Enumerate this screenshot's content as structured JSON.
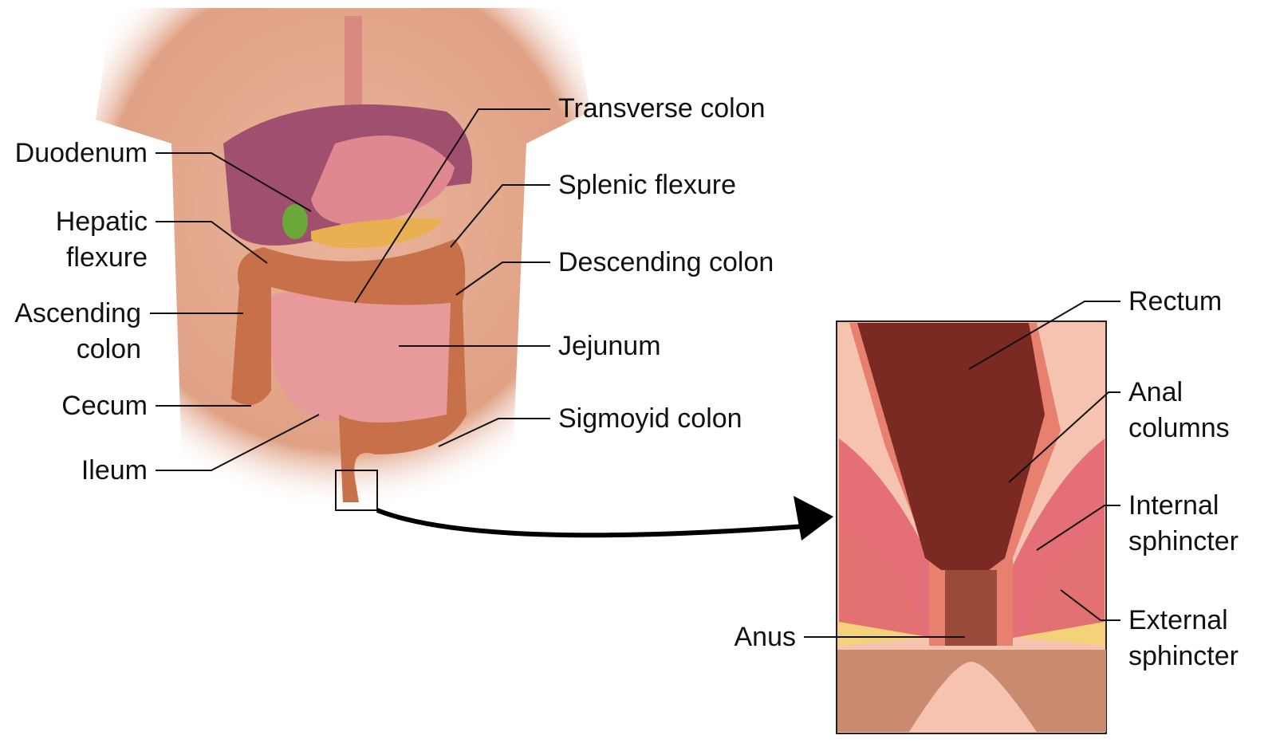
{
  "labels_left": {
    "duodenum": "Duodenum",
    "hepatic_flexure": [
      "Hepatic",
      "flexure"
    ],
    "ascending_colon": [
      "Ascending",
      "colon"
    ],
    "cecum": "Cecum",
    "ileum": "Ileum"
  },
  "labels_right": {
    "transverse_colon": "Transverse colon",
    "splenic_flexure": "Splenic flexure",
    "descending_colon": "Descending colon",
    "jejunum": "Jejunum",
    "sigmoid_colon": "Sigmoyid colon"
  },
  "inset_labels": {
    "rectum": "Rectum",
    "anal_columns": [
      "Anal",
      "columns"
    ],
    "internal_sphincter": [
      "Internal",
      "sphincter"
    ],
    "external_sphincter": [
      "External",
      "sphincter"
    ],
    "anus": "Anus"
  },
  "colors": {
    "skin": "#e8b39a",
    "colon": "#c8704a",
    "small_intestine": "#e89a9a",
    "liver": "#a0506e",
    "rectum_interior": "#7a2a22",
    "fat": "#f3d27a"
  }
}
